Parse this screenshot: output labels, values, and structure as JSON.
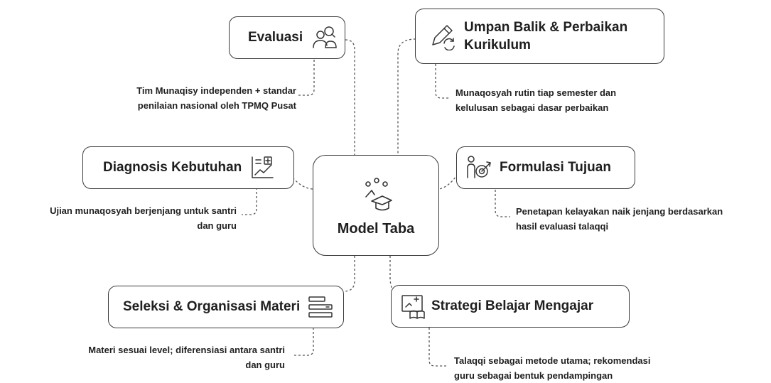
{
  "center": {
    "title": "Model Taba",
    "icon": "graduation-cap-idea-icon"
  },
  "nodes": {
    "evaluasi": {
      "title": "Evaluasi",
      "icon": "people-evaluation-icon",
      "desc": [
        "Tim Munaqisy independen + standar",
        "penilaian nasional oleh TPMQ Pusat"
      ]
    },
    "umpan_balik": {
      "title": [
        "Umpan Balik & Perbaikan",
        "Kurikulum"
      ],
      "icon": "pencil-refresh-icon",
      "desc": [
        "Munaqosyah rutin tiap semester dan",
        "kelulusan sebagai dasar perbaikan"
      ]
    },
    "diagnosis": {
      "title": "Diagnosis Kebutuhan",
      "icon": "chart-plus-icon",
      "desc": [
        "Ujian munaqosyah berjenjang untuk santri",
        "dan guru"
      ]
    },
    "formulasi": {
      "title": "Formulasi Tujuan",
      "icon": "person-target-icon",
      "desc": [
        "Penetapan kelayakan naik jenjang berdasarkan",
        "hasil evaluasi talaqqi"
      ]
    },
    "seleksi": {
      "title": "Seleksi & Organisasi Materi",
      "icon": "stacked-bars-icon",
      "desc": [
        "Materi sesuai level; diferensiasi antara santri",
        "dan guru"
      ]
    },
    "strategi": {
      "title": "Strategi Belajar Mengajar",
      "icon": "board-book-icon",
      "desc": [
        "Talaqqi sebagai metode utama; rekomendasi",
        "guru sebagai bentuk pendampingan"
      ]
    }
  },
  "colors": {
    "stroke": "#3a3a3a",
    "connector": "#555555",
    "text": "#1f1f1f"
  }
}
